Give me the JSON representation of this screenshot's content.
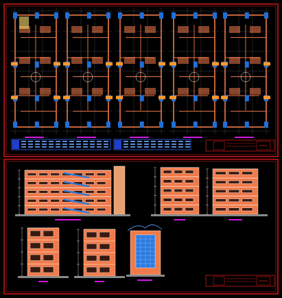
{
  "drawing": {
    "sheets": [
      {
        "name": "floor-plans-sheet",
        "plans": 5
      },
      {
        "name": "elevations-sheet",
        "views": 7
      }
    ],
    "colors": {
      "background": "#000000",
      "frame": "#d01818",
      "wall": "#f07a4a",
      "column": "#1f6fd8",
      "dimension": "#ffffff",
      "hatch": "#ffe070",
      "label_bar": "#d21adf",
      "ground": "#8a8a8a",
      "glass": "#2a7be0"
    },
    "title_block_top": {
      "text": ""
    },
    "title_block_bottom": {
      "text": ""
    }
  }
}
